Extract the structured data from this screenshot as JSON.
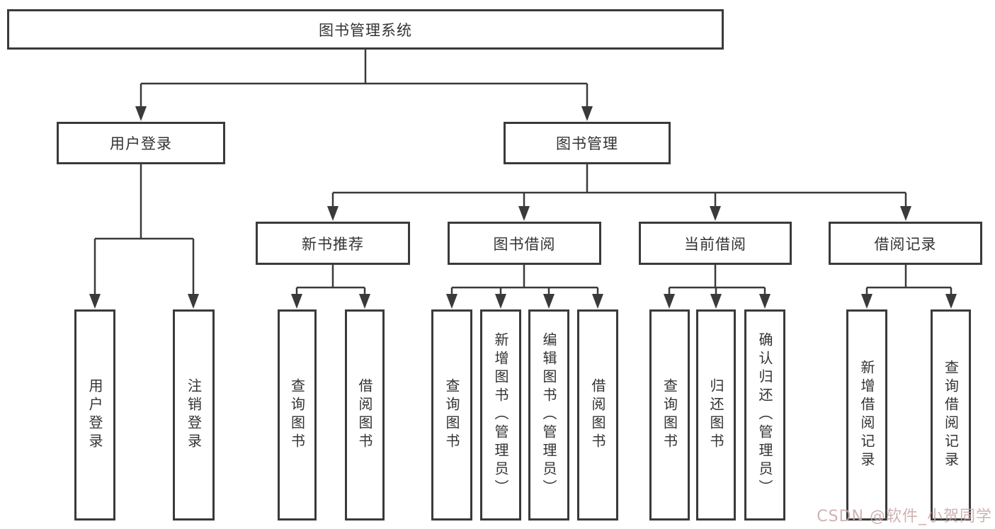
{
  "diagram": {
    "colors": {
      "line": "#3a3a3a",
      "box_border": "#3a3a3a",
      "box_background": "#ffffff",
      "text": "#333333",
      "watermark": "#c9a8a8"
    },
    "watermark": "CSDN @软件_小贺同学",
    "tree": {
      "label": "图书管理系统",
      "children": [
        {
          "label": "用户登录",
          "children": [
            {
              "label": "用户登录"
            },
            {
              "label": "注销登录"
            }
          ]
        },
        {
          "label": "图书管理",
          "children": [
            {
              "label": "新书推荐",
              "children": [
                {
                  "label": "查询图书"
                },
                {
                  "label": "借阅图书"
                }
              ]
            },
            {
              "label": "图书借阅",
              "children": [
                {
                  "label": "查询图书"
                },
                {
                  "label": "新增图书（管理员）"
                },
                {
                  "label": "编辑图书（管理员）"
                },
                {
                  "label": "借阅图书"
                }
              ]
            },
            {
              "label": "当前借阅",
              "children": [
                {
                  "label": "查询图书"
                },
                {
                  "label": "归还图书"
                },
                {
                  "label": "确认归还（管理员）"
                }
              ]
            },
            {
              "label": "借阅记录",
              "children": [
                {
                  "label": "新增借阅记录"
                },
                {
                  "label": "查询借阅记录"
                }
              ]
            }
          ]
        }
      ]
    }
  }
}
